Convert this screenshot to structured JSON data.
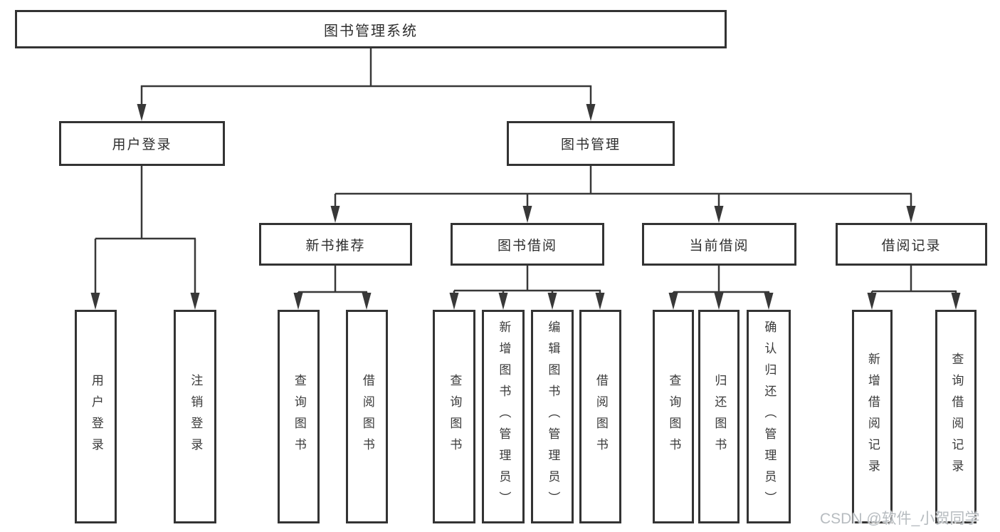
{
  "diagram": {
    "root": {
      "label": "图书管理系统",
      "children": [
        {
          "label": "用户登录",
          "children": [
            {
              "label": "用户登录"
            },
            {
              "label": "注销登录"
            }
          ]
        },
        {
          "label": "图书管理",
          "children": [
            {
              "label": "新书推荐",
              "children": [
                {
                  "label": "查询图书"
                },
                {
                  "label": "借阅图书"
                }
              ]
            },
            {
              "label": "图书借阅",
              "children": [
                {
                  "label": "查询图书"
                },
                {
                  "label": "新增图书（管理员）"
                },
                {
                  "label": "编辑图书（管理员）"
                },
                {
                  "label": "借阅图书"
                }
              ]
            },
            {
              "label": "当前借阅",
              "children": [
                {
                  "label": "查询图书"
                },
                {
                  "label": "归还图书"
                },
                {
                  "label": "确认归还（管理员）"
                }
              ]
            },
            {
              "label": "借阅记录",
              "children": [
                {
                  "label": "新增借阅记录"
                },
                {
                  "label": "查询借阅记录"
                }
              ]
            }
          ]
        }
      ]
    }
  },
  "watermark": {
    "text": "CSDN @软件_小贺同学"
  },
  "colors": {
    "line": "#383838",
    "border": "#333333",
    "text": "#2e2e2e",
    "watermark": "#b7bcc0",
    "background": "#ffffff"
  }
}
